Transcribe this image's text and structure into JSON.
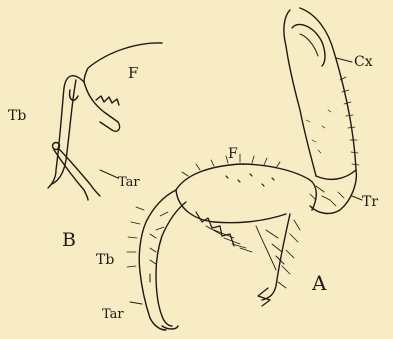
{
  "figure": {
    "colors": {
      "paper": "#f7ecc4",
      "ink": "#1f1a12"
    },
    "panel_b": {
      "letter": "B",
      "labels": {
        "femur": "F",
        "tibia": "Tb",
        "tarsus": "Tar"
      }
    },
    "panel_a": {
      "letter": "A",
      "labels": {
        "coxa": "Cx",
        "femur": "F",
        "trochanter": "Tr",
        "tibia": "Tb",
        "tarsus": "Tar"
      }
    }
  }
}
